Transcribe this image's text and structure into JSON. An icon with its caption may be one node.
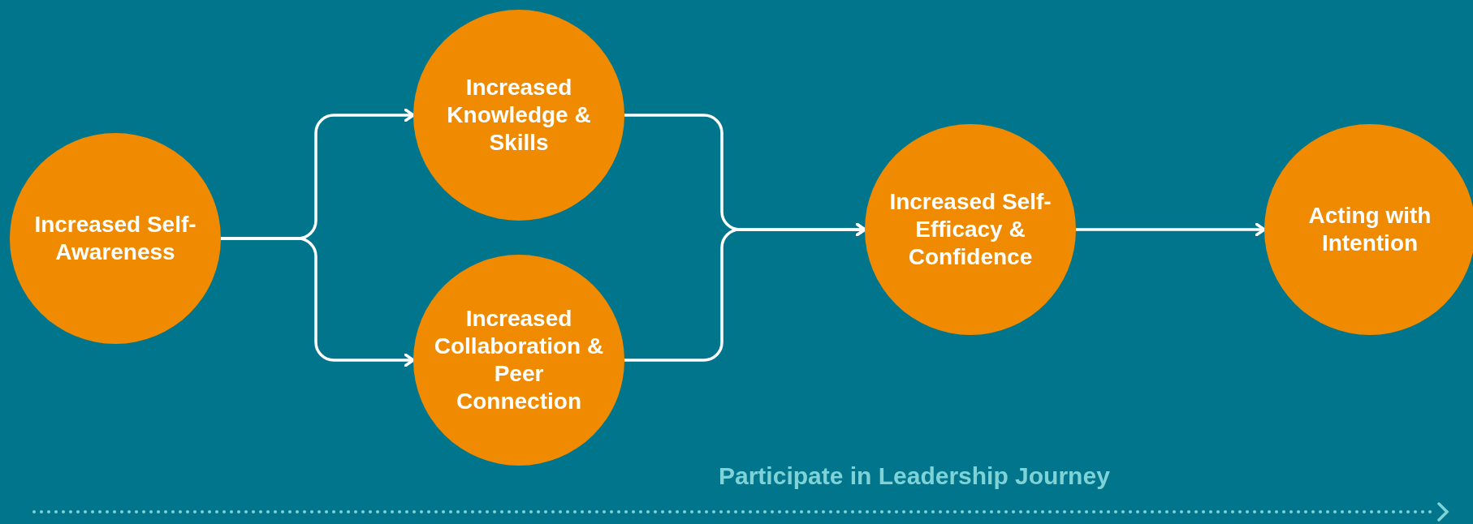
{
  "diagram": {
    "nodes": [
      {
        "text": [
          "Increased Self-Awareness"
        ]
      },
      {
        "text": [
          "Increased Knowledge & Skills"
        ]
      },
      {
        "text": [
          "Increased Collaboration & Peer Connection"
        ]
      },
      {
        "text": [
          "Increased Self- Efficacy & Confidence"
        ]
      },
      {
        "text": [
          "Acting with Intention"
        ]
      }
    ],
    "edges": [
      {
        "from": 0,
        "to": 1,
        "arrow": "to"
      },
      {
        "from": 0,
        "to": 2,
        "arrow": "to"
      },
      {
        "from": 1,
        "to": 3,
        "arrow": "to"
      },
      {
        "from": 2,
        "to": 3,
        "arrow": "to"
      },
      {
        "from": 3,
        "to": 4,
        "arrow": "to"
      }
    ],
    "labels": [
      "Participate in Leadership Journey"
    ]
  }
}
